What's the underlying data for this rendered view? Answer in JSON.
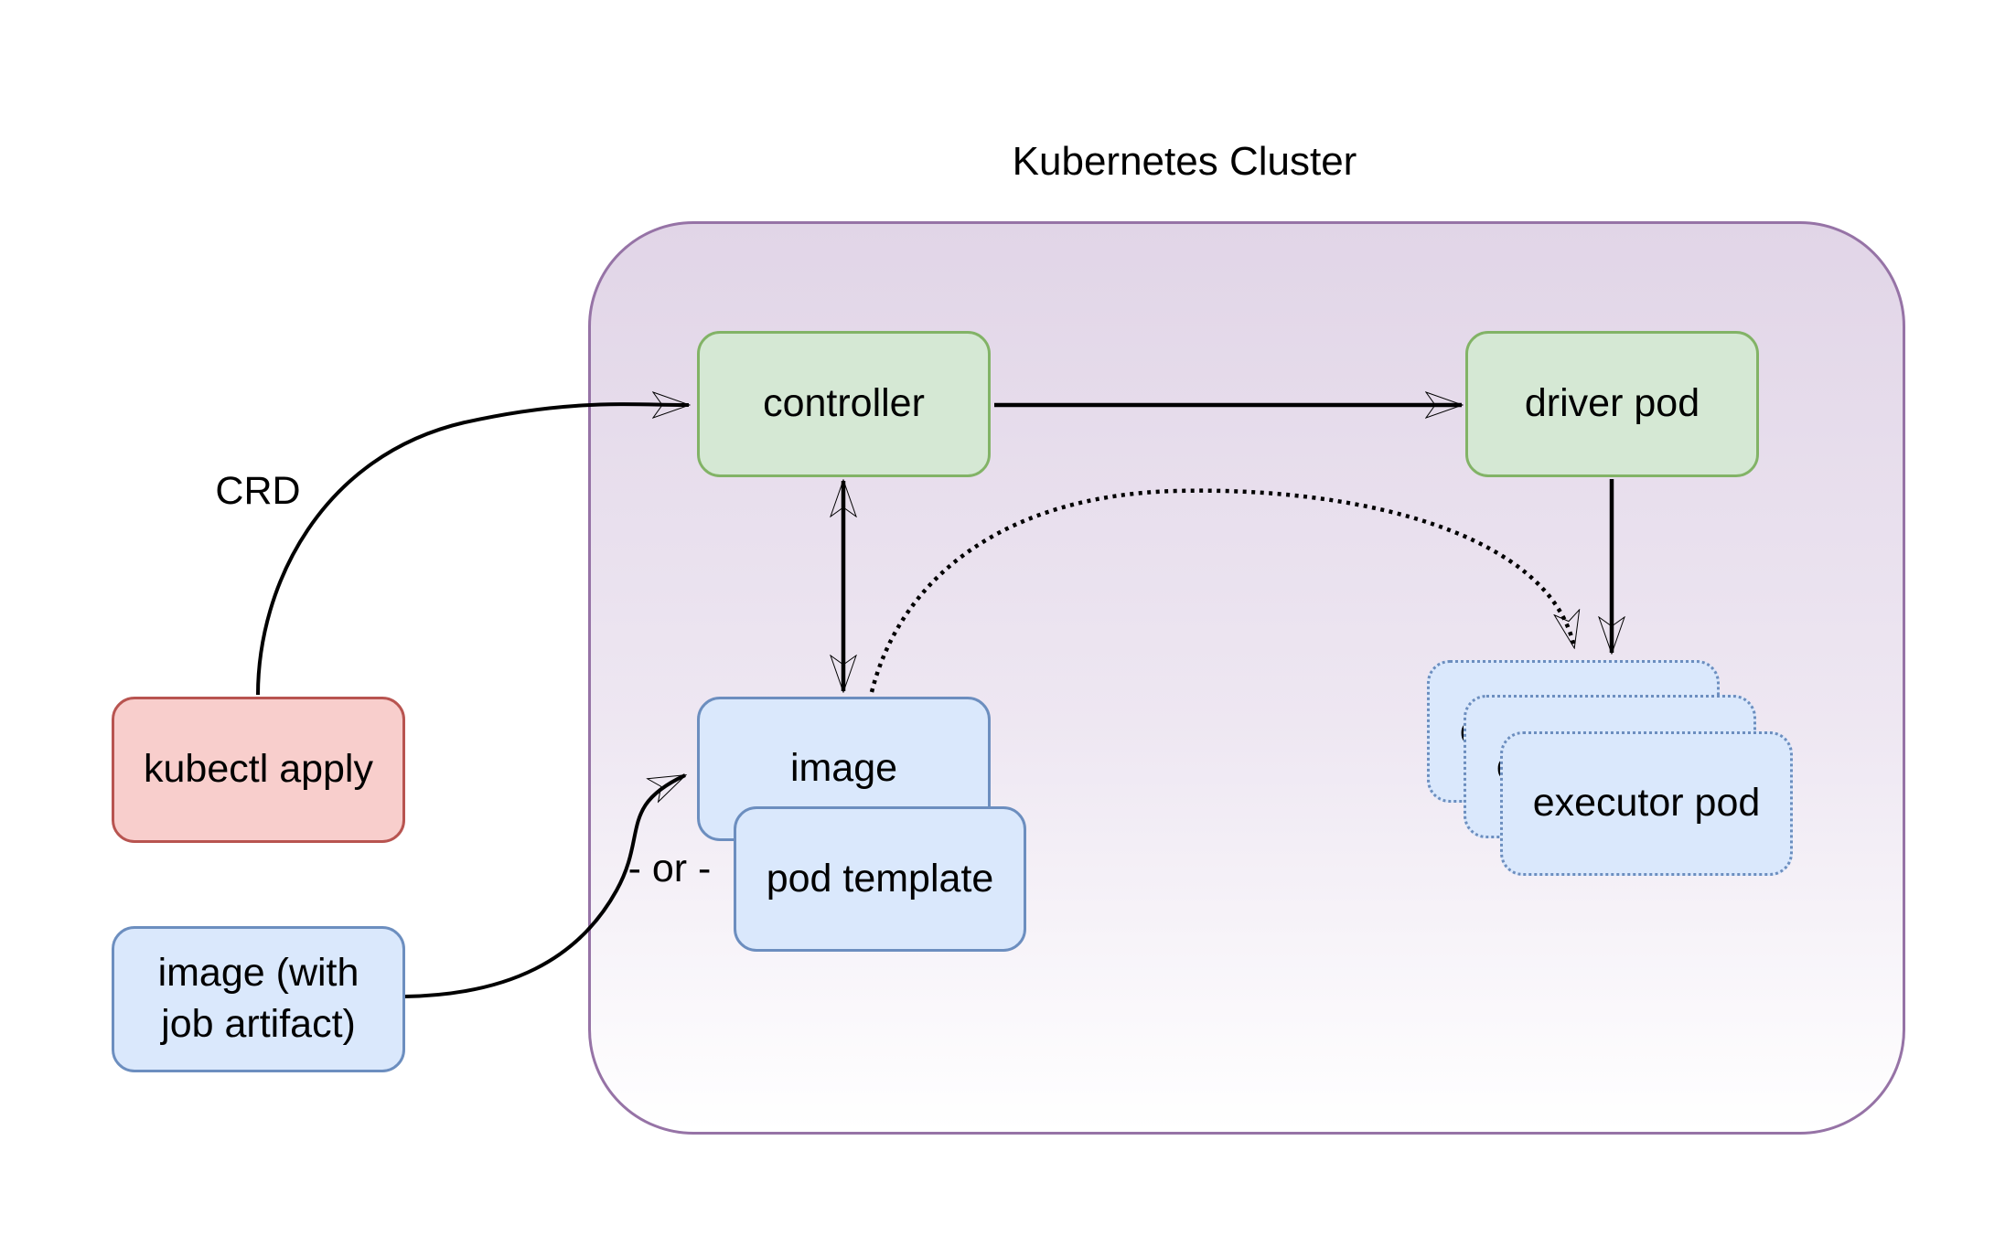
{
  "diagram": {
    "title": "Kubernetes Cluster",
    "labels": {
      "crd": "CRD",
      "or": "- or -"
    },
    "nodes": {
      "kubectl_apply": {
        "label": "kubectl apply",
        "color": "red"
      },
      "image_with_job_artifact": {
        "label": "image (with job artifact)",
        "color": "blue"
      },
      "controller": {
        "label": "controller",
        "color": "green"
      },
      "driver_pod": {
        "label": "driver pod",
        "color": "green"
      },
      "image": {
        "label": "image",
        "color": "blue"
      },
      "pod_template": {
        "label": "pod template",
        "color": "blue"
      },
      "executor_pod": {
        "label": "executor pod",
        "color": "blue-dotted",
        "count": 3
      }
    },
    "edges": [
      {
        "from": "kubectl_apply",
        "to": "controller",
        "label": "CRD",
        "style": "solid-curve"
      },
      {
        "from": "controller",
        "to": "driver_pod",
        "style": "solid"
      },
      {
        "from": "controller",
        "to": "image",
        "style": "solid-bidirectional"
      },
      {
        "from": "driver_pod",
        "to": "executor_pod",
        "style": "solid"
      },
      {
        "from": "image",
        "to": "executor_pod",
        "style": "dotted-curve"
      },
      {
        "from": "image_with_job_artifact",
        "to": "image",
        "style": "solid-curve"
      }
    ],
    "colors": {
      "cluster_border": "#9673a6",
      "cluster_fill_top": "#e1d5e7",
      "cluster_fill_bottom": "#ffffff",
      "green_fill": "#d5e8d4",
      "green_border": "#82b366",
      "blue_fill": "#dae8fc",
      "blue_border": "#6c8ebf",
      "red_fill": "#f8cecc",
      "red_border": "#b85450",
      "edge_color": "#000000"
    }
  }
}
